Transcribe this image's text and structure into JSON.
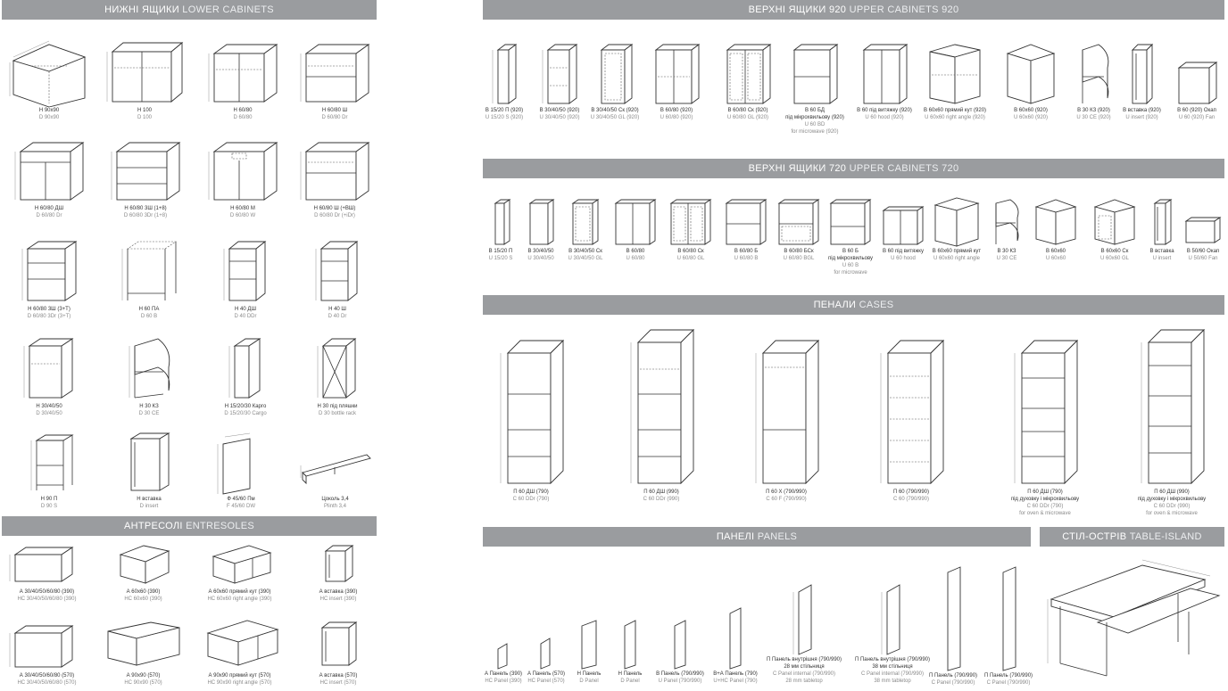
{
  "sections": {
    "lower": {
      "ua": "НИЖНІ ЯЩИКИ",
      "en": "LOWER CABINETS"
    },
    "upper920": {
      "ua": "ВЕРХНІ ЯЩИКИ 920",
      "en": "UPPER CABINETS 920"
    },
    "upper720": {
      "ua": "ВЕРХНІ ЯЩИКИ 720",
      "en": "UPPER CABINETS 720"
    },
    "cases": {
      "ua": "ПЕНАЛИ",
      "en": "CASES"
    },
    "entresoles": {
      "ua": "АНТРЕСОЛІ",
      "en": "ENTRESOLES"
    },
    "panels": {
      "ua": "ПАНЕЛІ",
      "en": "PANELS"
    },
    "island": {
      "ua": "СТІЛ-ОСТРІВ",
      "en": "TABLE-ISLAND"
    }
  },
  "lower": [
    {
      "ua": "Н 90х90",
      "en": "D 90x90"
    },
    {
      "ua": "Н 100",
      "en": "D 100"
    },
    {
      "ua": "Н 60/80",
      "en": "D 60/80"
    },
    {
      "ua": "Н 60/80 Ш",
      "en": "D 60/80 Dr"
    },
    {
      "ua": "Н 60/80 ДШ",
      "en": "D 60/80 Dr"
    },
    {
      "ua": "Н 60/80 3Ш (1+8)",
      "en": "D 60/80 3Dr (1+8)"
    },
    {
      "ua": "Н 60/80 М",
      "en": "D 60/80 W"
    },
    {
      "ua": "Н 60/80 Ш (+ВШ)",
      "en": "D 60/80 Dr (+iDr)"
    },
    {
      "ua": "Н 60/80 3Ш (3+Т)",
      "en": "D 60/80 3Dr (3+T)"
    },
    {
      "ua": "Н 60 ПА",
      "en": "D 60 B"
    },
    {
      "ua": "Н 40 ДШ",
      "en": "D 40 DDr"
    },
    {
      "ua": "Н 40 Ш",
      "en": "D 40 Dr"
    },
    {
      "ua": "Н 30/40/50",
      "en": "D 30/40/50"
    },
    {
      "ua": "Н 30 КЗ",
      "en": "D 30 CE"
    },
    {
      "ua": "Н 15/20/30 Карго",
      "en": "D 15/20/30 Cargo"
    },
    {
      "ua": "Н 30 під пляшки",
      "en": "D 30 bottle rack"
    },
    {
      "ua": "Н 90 П",
      "en": "D 90 S"
    },
    {
      "ua": "Н вставка",
      "en": "D insert"
    },
    {
      "ua": "Ф 45/60 Пм",
      "en": "F 45/60 DW"
    },
    {
      "ua": "Цоколь 3,4",
      "en": "Plinth 3,4"
    }
  ],
  "upper920": [
    {
      "ua": "В 15/20 П (920)",
      "en": "U 15/20 S (920)"
    },
    {
      "ua": "В 30/40/50 (920)",
      "en": "U 30/40/50 (920)"
    },
    {
      "ua": "В 30/40/50 Ск (920)",
      "en": "U 30/40/50 GL (920)"
    },
    {
      "ua": "В 60/80 (920)",
      "en": "U 60/80 (920)"
    },
    {
      "ua": "В 60/80 Ск (920)",
      "en": "U 60/80 GL (920)"
    },
    {
      "ua": "В 60 БД",
      "en": "U 60 BD",
      "ua2": "під мікрохвильову (920)",
      "en2": "for microwave (920)"
    },
    {
      "ua": "В 60 під витяжку (920)",
      "en": "U 60 hood (920)"
    },
    {
      "ua": "В 60х60 прямий кут (920)",
      "en": "U 60x60 right angle (920)"
    },
    {
      "ua": "В 60х60 (920)",
      "en": "U 60x60 (920)"
    },
    {
      "ua": "В 30 КЗ (920)",
      "en": "U 30 CE (920)"
    },
    {
      "ua": "В вставка (920)",
      "en": "U insert (920)"
    },
    {
      "ua": "В 60 (920) Окап",
      "en": "U 60 (920) Fan"
    }
  ],
  "upper720": [
    {
      "ua": "В 15/20 П",
      "en": "U 15/20 S"
    },
    {
      "ua": "В 30/40/50",
      "en": "U 30/40/50"
    },
    {
      "ua": "В 30/40/50 Ск",
      "en": "U 30/40/50 GL"
    },
    {
      "ua": "В 60/80",
      "en": "U 60/80"
    },
    {
      "ua": "В 60/80 Ск",
      "en": "U 60/80 GL"
    },
    {
      "ua": "В 60/80 Б",
      "en": "U 60/80 B"
    },
    {
      "ua": "В 60/80 БСк",
      "en": "U 60/80 BGL"
    },
    {
      "ua": "В 60 Б",
      "en": "U 60 B",
      "ua2": "під мікрохвильову",
      "en2": "for microwave"
    },
    {
      "ua": "В 60 під витяжку",
      "en": "U 60 hood"
    },
    {
      "ua": "В 60х60 прямий кут",
      "en": "U 60x60 right angle"
    },
    {
      "ua": "В 30 КЗ",
      "en": "U 30 CE"
    },
    {
      "ua": "В 60х60",
      "en": "U 60x60"
    },
    {
      "ua": "В 60х60 Ск",
      "en": "U 60x60 GL"
    },
    {
      "ua": "В вставка",
      "en": "U insert"
    },
    {
      "ua": "В 50/60 Окап",
      "en": "U 50/60 Fan"
    }
  ],
  "cases": [
    {
      "ua": "П 60 ДШ (790)",
      "en": "C 60 DDr (790)"
    },
    {
      "ua": "П 60 ДШ (990)",
      "en": "C 60 DDr (990)"
    },
    {
      "ua": "П 60 Х (790/990)",
      "en": "C 60 F (790/990)"
    },
    {
      "ua": "П 60 (790/990)",
      "en": "C 60 (790/990)"
    },
    {
      "ua": "П 60 ДШ (790)",
      "en": "C 60 DDr (790)",
      "ua2": "під духовку і мікрохвильову",
      "en2": "for oven & microwave"
    },
    {
      "ua": "П 60 ДШ (990)",
      "en": "C 60 DDr (990)",
      "ua2": "під духовку і мікрохвильову",
      "en2": "for oven & microwave"
    }
  ],
  "entresoles": [
    {
      "ua": "А 30/40/50/60/80 (390)",
      "en": "HC 30/40/50/60/80 (390)"
    },
    {
      "ua": "А 60х60 (390)",
      "en": "HC 60x60 (390)"
    },
    {
      "ua": "А 60х60 прямий кут (390)",
      "en": "HC 60x60 right angle (390)"
    },
    {
      "ua": "А вставка (390)",
      "en": "HC insert (390)"
    },
    {
      "ua": "А 30/40/50/60/80 (570)",
      "en": "HC 30/40/50/60/80 (570)"
    },
    {
      "ua": "А 90х90 (570)",
      "en": "HC 90x90 (570)"
    },
    {
      "ua": "А 90х90 прямий кут (570)",
      "en": "HC 90x90 right angle (570)"
    },
    {
      "ua": "А вставка (570)",
      "en": "HC insert (570)"
    }
  ],
  "panels": [
    {
      "ua": "А Панель (390)",
      "en": "HC Panel (390)"
    },
    {
      "ua": "А Панель (570)",
      "en": "HC Panel (570)"
    },
    {
      "ua": "Н Панель",
      "en": "D Panel"
    },
    {
      "ua": "Н Панель",
      "en": "D Panel"
    },
    {
      "ua": "В Панель (790/990)",
      "en": "U Panel (790/990)"
    },
    {
      "ua": "В+А Панель (790)",
      "en": "U+HC Panel (790)"
    },
    {
      "ua": "П Панель внутрішня (790/990)",
      "en": "C Panel internal (790/990)",
      "ua2": "28 мм стільниця",
      "en2": "28 mm tabletop"
    },
    {
      "ua": "П Панель внутрішня (790/990)",
      "en": "C Panel internal (790/990)",
      "ua2": "38 мм стільниця",
      "en2": "38 mm tabletop"
    },
    {
      "ua": "П Панель (790/990)",
      "en": "C Panel (790/990)"
    },
    {
      "ua": "П Панель (790/990)",
      "en": "C Panel (790/990)"
    }
  ]
}
